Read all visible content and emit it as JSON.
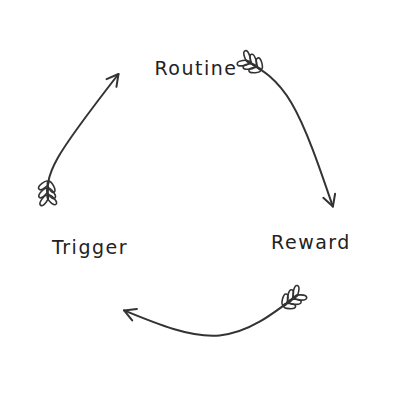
{
  "diagram": {
    "nodes": [
      {
        "text": [
          "Routine"
        ]
      },
      {
        "text": [
          "Trigger"
        ]
      },
      {
        "text": [
          "Reward"
        ]
      }
    ],
    "edges": [
      {
        "from": 0,
        "to": 2,
        "arrow": "to"
      },
      {
        "from": 2,
        "to": 1,
        "arrow": "to"
      },
      {
        "from": 1,
        "to": 0,
        "arrow": "to"
      }
    ]
  }
}
